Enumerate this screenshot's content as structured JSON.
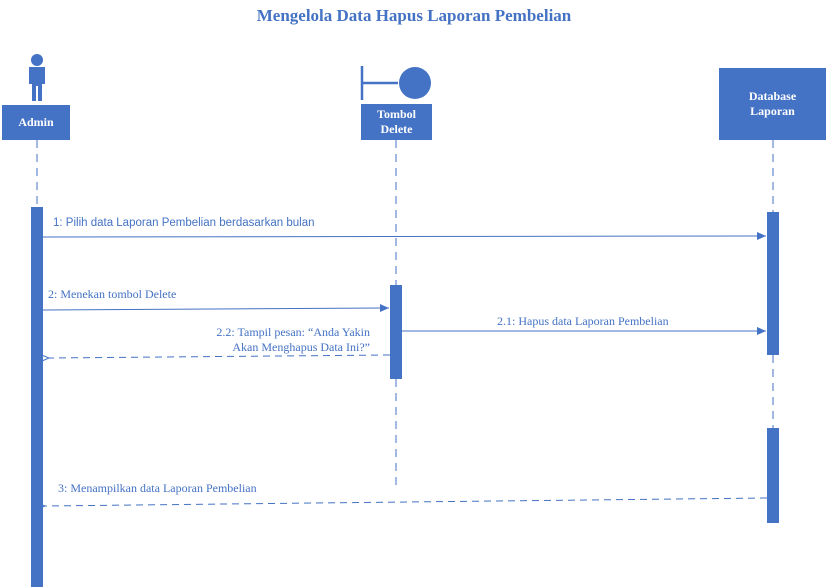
{
  "title": "Mengelola Data Hapus Laporan Pembelian",
  "colors": {
    "primary": "#4472C4",
    "background": "#ffffff"
  },
  "participants": [
    {
      "id": "admin",
      "type": "actor",
      "label": "Admin"
    },
    {
      "id": "tombol",
      "type": "boundary",
      "label_line1": "Tombol",
      "label_line2": "Delete"
    },
    {
      "id": "database",
      "type": "entity",
      "label_line1": "Database",
      "label_line2": "Laporan"
    }
  ],
  "messages": [
    {
      "id": "m1",
      "from": "admin",
      "to": "database",
      "kind": "sync",
      "text": "1: Pilih data Laporan Pembelian berdasarkan bulan"
    },
    {
      "id": "m2",
      "from": "admin",
      "to": "tombol",
      "kind": "sync",
      "text": "2: Menekan tombol Delete"
    },
    {
      "id": "m21",
      "from": "tombol",
      "to": "database",
      "kind": "sync",
      "text": "2.1: Hapus data Laporan Pembelian"
    },
    {
      "id": "m22",
      "from": "tombol",
      "to": "admin",
      "kind": "return",
      "text_line1": "2.2: Tampil pesan: “Anda Yakin",
      "text_line2": "Akan Menghapus Data Ini?”"
    },
    {
      "id": "m3",
      "from": "database",
      "to": "admin",
      "kind": "return",
      "text": "3: Menampilkan data Laporan Pembelian"
    }
  ]
}
